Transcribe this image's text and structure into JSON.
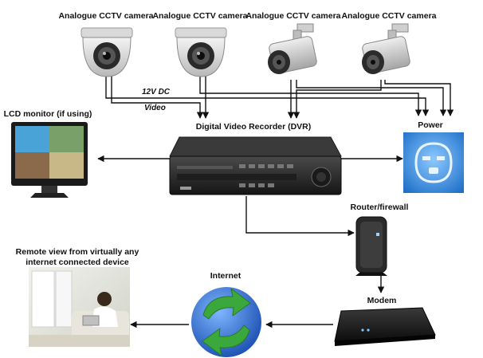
{
  "labels": {
    "camera1": "Analogue CCTV camera",
    "camera2": "Analogue CCTV camera",
    "camera3": "Analogue CCTV camera",
    "camera4": "Analogue CCTV camera",
    "dvr": "Digital Video Recorder (DVR)",
    "lcd": "LCD monitor (if using)",
    "power": "Power",
    "router": "Router/firewall",
    "modem": "Modem",
    "internet": "Internet",
    "remote_line1": "Remote view from virtually any",
    "remote_line2": "internet connected device",
    "dc": "12V DC",
    "video": "Video"
  },
  "colors": {
    "dvr_body": "#2b2b2b",
    "power_blue": "#2a7fd4",
    "globe_blue": "#2a6fd0",
    "globe_green": "#3aa83a"
  },
  "icons": {
    "camera_dome": "dome-camera-icon",
    "camera_bullet": "bullet-camera-icon",
    "dvr": "dvr-icon",
    "monitor": "monitor-icon",
    "power": "power-outlet-icon",
    "router": "router-icon",
    "modem": "modem-icon",
    "internet": "globe-icon",
    "remote": "remote-viewer-icon"
  }
}
